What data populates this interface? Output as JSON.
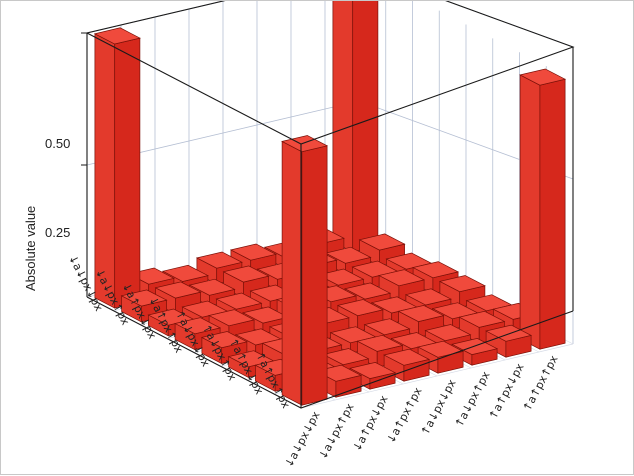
{
  "chart_data": {
    "type": "3d-bar",
    "ylabel": "Absolute value",
    "yticks": [
      "0.50",
      "0.25"
    ],
    "ylim": [
      0,
      0.5
    ],
    "row_labels": [
      "↓a↓px↓px",
      "↓a↓px↑px",
      "↓a↑px↓px",
      "↓a↑px↑px",
      "↑a↓px↓px",
      "↑a↓px↑px",
      "↑a↑px↓px",
      "↑a↑px↑px"
    ],
    "col_labels": [
      "↓a↓px↓px",
      "↓a↓px↑px",
      "↓a↑px↓px",
      "↓a↑px↑px",
      "↑a↓px↓px",
      "↑a↓px↑px",
      "↑a↑px↓px",
      "↑a↑px↑px"
    ],
    "matrix": [
      [
        0.5,
        0.03,
        0.02,
        0.03,
        0.03,
        0.02,
        0.03,
        0.48
      ],
      [
        0.03,
        0.03,
        0.02,
        0.03,
        0.02,
        0.03,
        0.02,
        0.03
      ],
      [
        0.02,
        0.02,
        0.02,
        0.02,
        0.02,
        0.02,
        0.02,
        0.02
      ],
      [
        0.03,
        0.03,
        0.02,
        0.03,
        0.03,
        0.02,
        0.03,
        0.03
      ],
      [
        0.03,
        0.02,
        0.02,
        0.03,
        0.03,
        0.02,
        0.02,
        0.03
      ],
      [
        0.02,
        0.03,
        0.02,
        0.02,
        0.02,
        0.03,
        0.02,
        0.02
      ],
      [
        0.03,
        0.02,
        0.02,
        0.03,
        0.02,
        0.02,
        0.03,
        0.03
      ],
      [
        0.48,
        0.03,
        0.02,
        0.03,
        0.03,
        0.02,
        0.03,
        0.5
      ]
    ],
    "colors": {
      "bar_top": "#f04a3c",
      "bar_side": "#d6281c",
      "bar_front": "#e33a2c",
      "edge": "#7a1008",
      "grid": "#b5bfd3",
      "box": "#1a1a1a"
    }
  }
}
